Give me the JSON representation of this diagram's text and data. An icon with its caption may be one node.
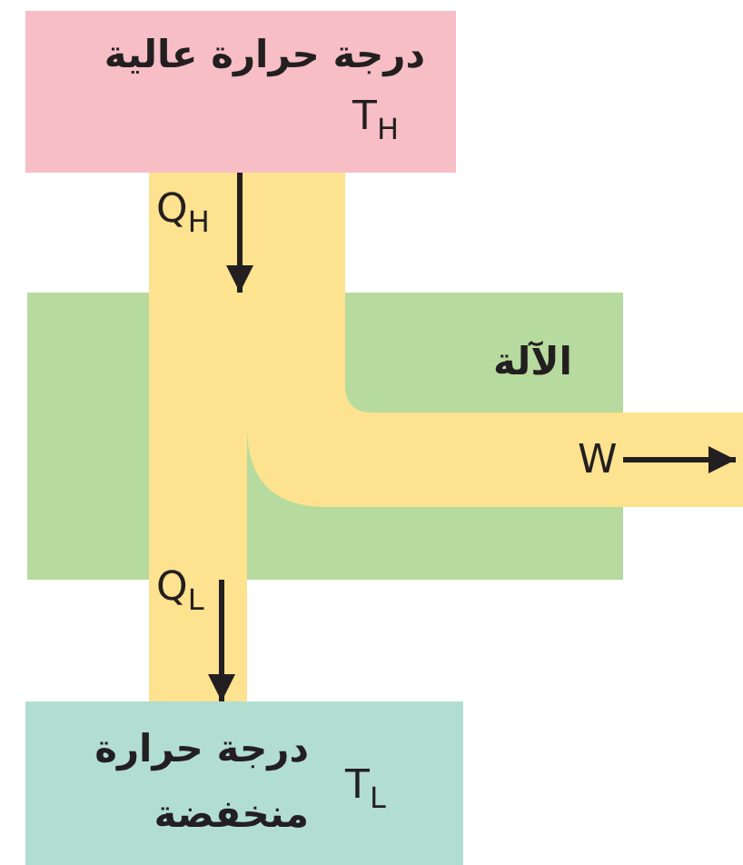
{
  "diagram": {
    "nodes": [
      {
        "text": [
          "درجة حرارة عالية",
          "T$_{H}$"
        ]
      },
      {
        "text": [
          "الآلة"
        ]
      },
      {
        "text": [
          "T$_{L}$",
          "درجة حرارة منخفضة"
        ]
      }
    ],
    "edges": [
      {
        "from": 0,
        "to": 1,
        "arrow": "to",
        "label": "Q$_{H}$"
      },
      {
        "from": 1,
        "to": 2,
        "arrow": "to",
        "label": "Q$_{L}$"
      },
      {
        "from": 1,
        "to": null,
        "arrow": "to",
        "label": "W"
      }
    ]
  }
}
